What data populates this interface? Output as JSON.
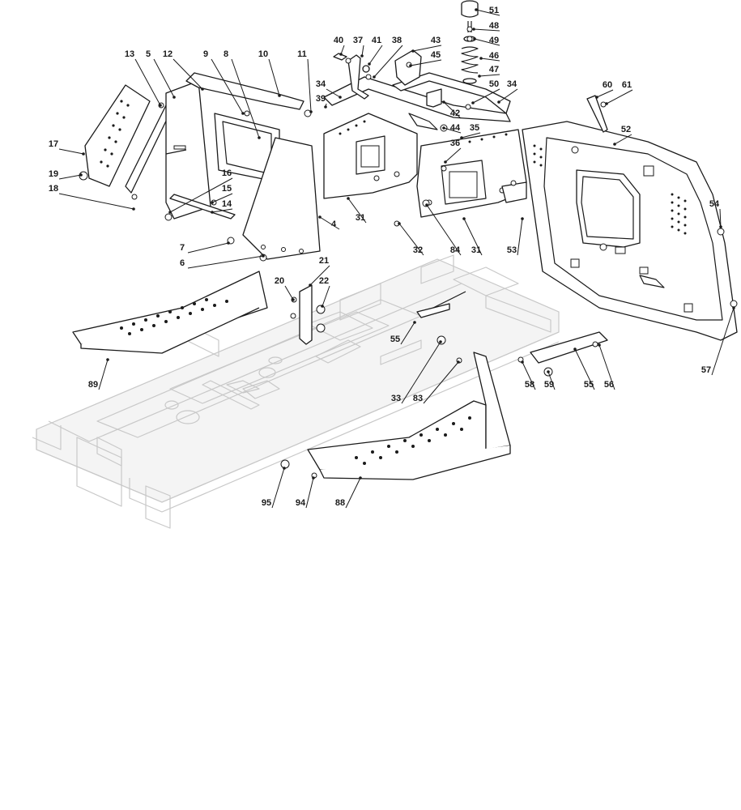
{
  "callouts": [
    {
      "num": "51"
    },
    {
      "num": "48"
    },
    {
      "num": "49"
    },
    {
      "num": "46"
    },
    {
      "num": "47"
    },
    {
      "num": "50"
    },
    {
      "num": "34"
    },
    {
      "num": "40"
    },
    {
      "num": "37"
    },
    {
      "num": "41"
    },
    {
      "num": "38"
    },
    {
      "num": "43"
    },
    {
      "num": "45"
    },
    {
      "num": "42"
    },
    {
      "num": "44"
    },
    {
      "num": "35"
    },
    {
      "num": "36"
    },
    {
      "num": "39"
    },
    {
      "num": "34"
    },
    {
      "num": "13"
    },
    {
      "num": "5"
    },
    {
      "num": "12"
    },
    {
      "num": "9"
    },
    {
      "num": "8"
    },
    {
      "num": "10"
    },
    {
      "num": "11"
    },
    {
      "num": "17"
    },
    {
      "num": "19"
    },
    {
      "num": "18"
    },
    {
      "num": "16"
    },
    {
      "num": "15"
    },
    {
      "num": "14"
    },
    {
      "num": "4"
    },
    {
      "num": "7"
    },
    {
      "num": "6"
    },
    {
      "num": "31"
    },
    {
      "num": "32"
    },
    {
      "num": "84"
    },
    {
      "num": "31"
    },
    {
      "num": "53"
    },
    {
      "num": "60"
    },
    {
      "num": "61"
    },
    {
      "num": "52"
    },
    {
      "num": "54"
    },
    {
      "num": "57"
    },
    {
      "num": "21"
    },
    {
      "num": "20"
    },
    {
      "num": "22"
    },
    {
      "num": "55"
    },
    {
      "num": "89"
    },
    {
      "num": "33"
    },
    {
      "num": "83"
    },
    {
      "num": "58"
    },
    {
      "num": "59"
    },
    {
      "num": "55"
    },
    {
      "num": "56"
    },
    {
      "num": "95"
    },
    {
      "num": "94"
    },
    {
      "num": "88"
    }
  ]
}
